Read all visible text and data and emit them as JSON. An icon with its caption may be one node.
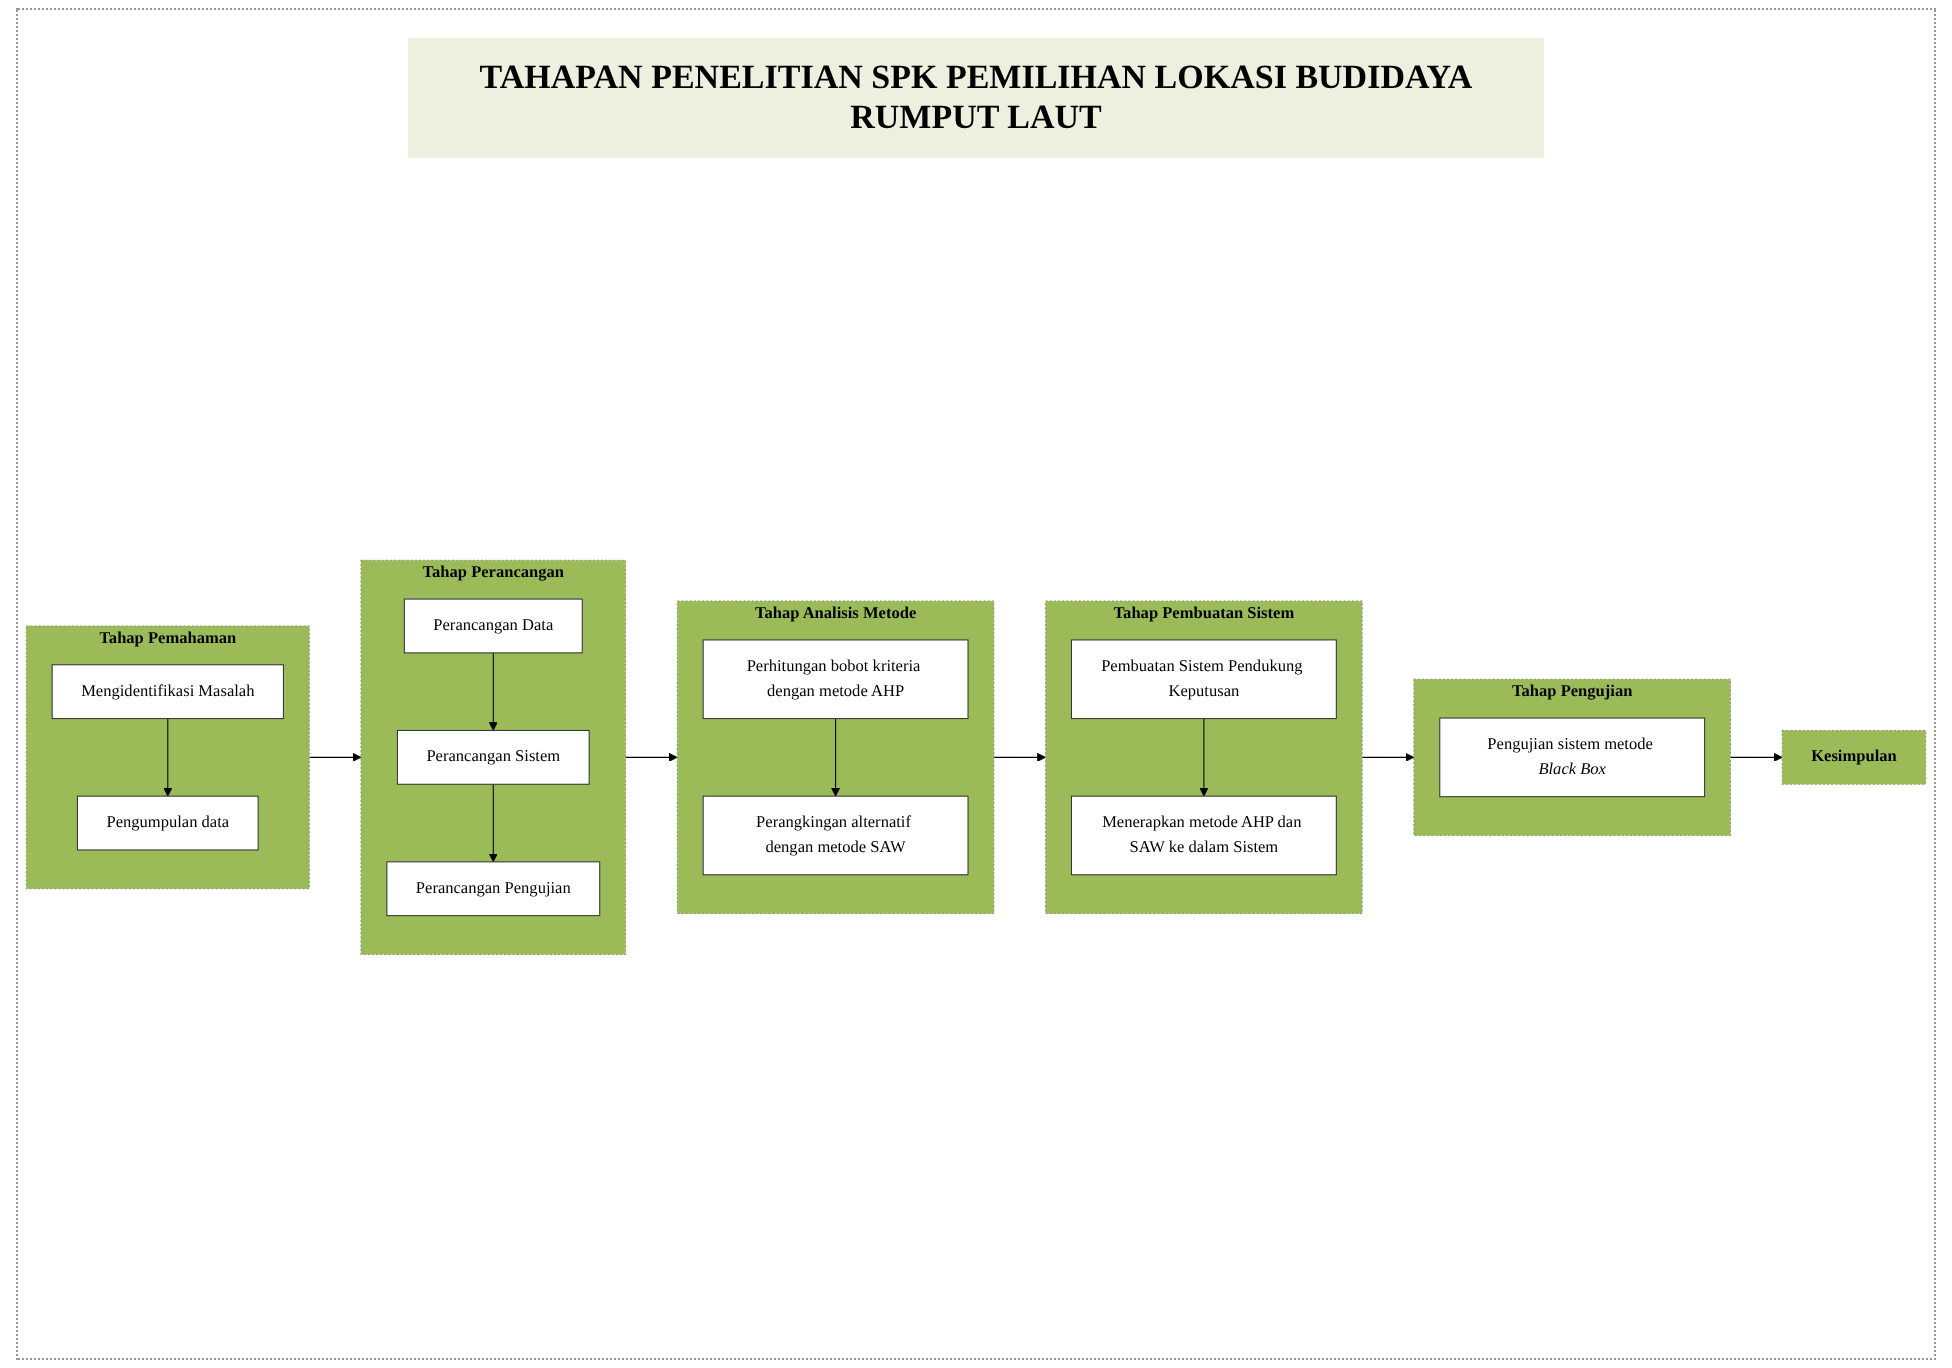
{
  "diagram": {
    "title": "TAHAPAN PENELITIAN SPK PEMILIHAN LOKASI BUDIDAYA RUMPUT LAUT",
    "nodes": [
      {
        "text": [
          "Tahap Pemahaman"
        ]
      },
      {
        "text": [
          "Mengidentifikasi Masalah"
        ],
        "in": 0
      },
      {
        "text": [
          "Pengumpulan data"
        ],
        "in": 0
      },
      {
        "text": [
          "Tahap Perancangan"
        ]
      },
      {
        "text": [
          "Perancangan Data"
        ],
        "in": 3
      },
      {
        "text": [
          "Perancangan Sistem"
        ],
        "in": 3
      },
      {
        "text": [
          "Perancangan Pengujian"
        ],
        "in": 3
      },
      {
        "text": [
          "Tahap Analisis Metode"
        ]
      },
      {
        "text": [
          "Perhitungan bobot kriteria dengan metode AHP"
        ],
        "in": 7
      },
      {
        "text": [
          "Perangkingan alternatif dengan metode SAW"
        ],
        "in": 7
      },
      {
        "text": [
          "Tahap Pembuatan Sistem"
        ]
      },
      {
        "text": [
          "Pembuatan Sistem Pendukung Keputusan"
        ],
        "in": 10
      },
      {
        "text": [
          "Menerapkan metode AHP dan SAW ke dalam Sistem"
        ],
        "in": 10
      },
      {
        "text": [
          "Tahap Pengujian"
        ]
      },
      {
        "text": [
          "Pengujian sistem metode *Black Box*"
        ],
        "in": 13
      },
      {
        "text": [
          "Kesimpulan"
        ]
      }
    ],
    "edges": [
      {
        "from": 1,
        "to": 2,
        "arrow": "to"
      },
      {
        "from": 0,
        "to": 3,
        "arrow": "to"
      },
      {
        "from": 4,
        "to": 5,
        "arrow": "to"
      },
      {
        "from": 5,
        "to": 6,
        "arrow": "to"
      },
      {
        "from": 3,
        "to": 7,
        "arrow": "to"
      },
      {
        "from": 8,
        "to": 9,
        "arrow": "to"
      },
      {
        "from": 7,
        "to": 10,
        "arrow": "to"
      },
      {
        "from": 11,
        "to": 12,
        "arrow": "to"
      },
      {
        "from": 10,
        "to": 13,
        "arrow": "to"
      },
      {
        "from": 13,
        "to": 15,
        "arrow": "to"
      }
    ]
  }
}
